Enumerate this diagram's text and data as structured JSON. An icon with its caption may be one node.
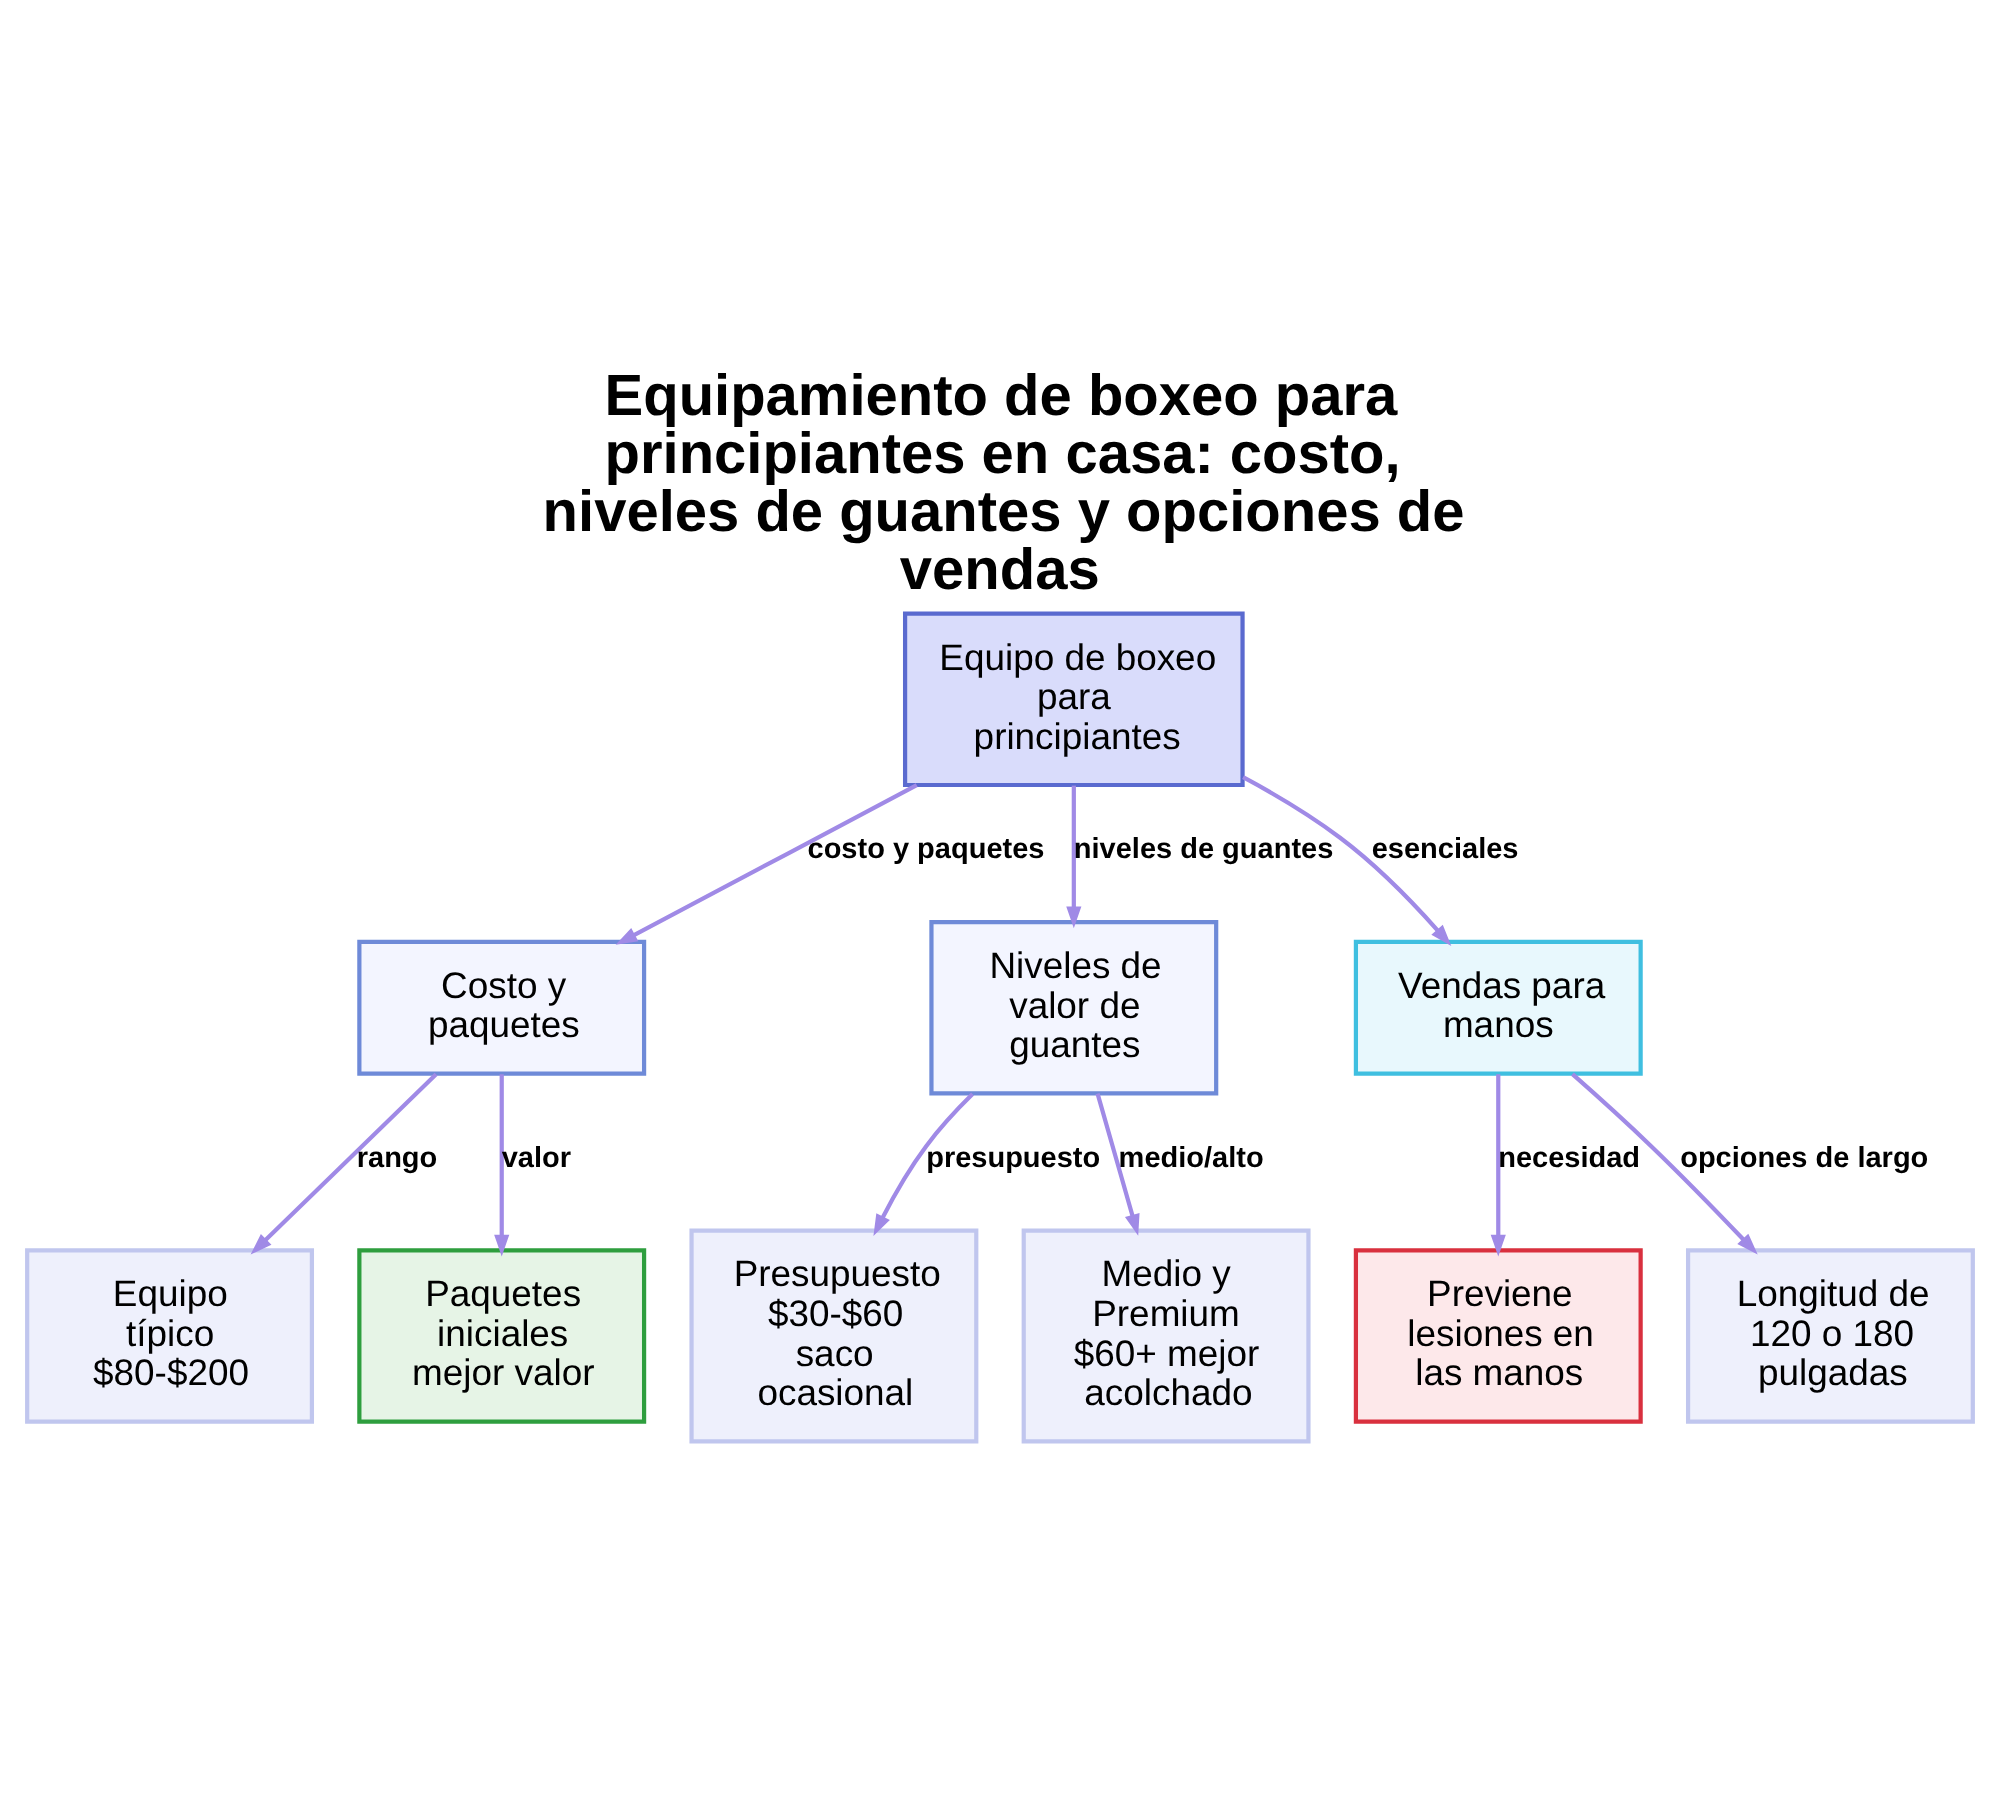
{
  "diagram": {
    "title": "Equipamiento de boxeo para principiantes en casa: costo, niveles de guantes y opciones de vendas",
    "nodes": [
      {
        "text": [
          "Equipo de boxeo para principiantes"
        ]
      },
      {
        "text": [
          "Costo y paquetes"
        ]
      },
      {
        "text": [
          "Niveles de valor de guantes"
        ]
      },
      {
        "text": [
          "Vendas para manos"
        ]
      },
      {
        "text": [
          "Equipo típico $80-$200"
        ]
      },
      {
        "text": [
          "Paquetes iniciales mejor valor"
        ]
      },
      {
        "text": [
          "Presupuesto $30-$60 saco ocasional"
        ]
      },
      {
        "text": [
          "Medio y Premium $60+ mejor acolchado"
        ]
      },
      {
        "text": [
          "Previene lesiones en las manos"
        ]
      },
      {
        "text": [
          "Longitud de 120 o 180 pulgadas"
        ]
      }
    ],
    "edges": [
      {
        "from": 0,
        "to": 1,
        "arrow": "to",
        "label": "costo y paquetes"
      },
      {
        "from": 0,
        "to": 2,
        "arrow": "to",
        "label": "niveles de guantes"
      },
      {
        "from": 0,
        "to": 3,
        "arrow": "to",
        "label": "esenciales"
      },
      {
        "from": 1,
        "to": 4,
        "arrow": "to",
        "label": "rango"
      },
      {
        "from": 1,
        "to": 5,
        "arrow": "to",
        "label": "valor"
      },
      {
        "from": 2,
        "to": 6,
        "arrow": "to",
        "label": "presupuesto"
      },
      {
        "from": 2,
        "to": 7,
        "arrow": "to",
        "label": "medio/alto"
      },
      {
        "from": 3,
        "to": 8,
        "arrow": "to",
        "label": "necesidad"
      },
      {
        "from": 3,
        "to": 9,
        "arrow": "to",
        "label": "opciones de largo"
      }
    ]
  }
}
